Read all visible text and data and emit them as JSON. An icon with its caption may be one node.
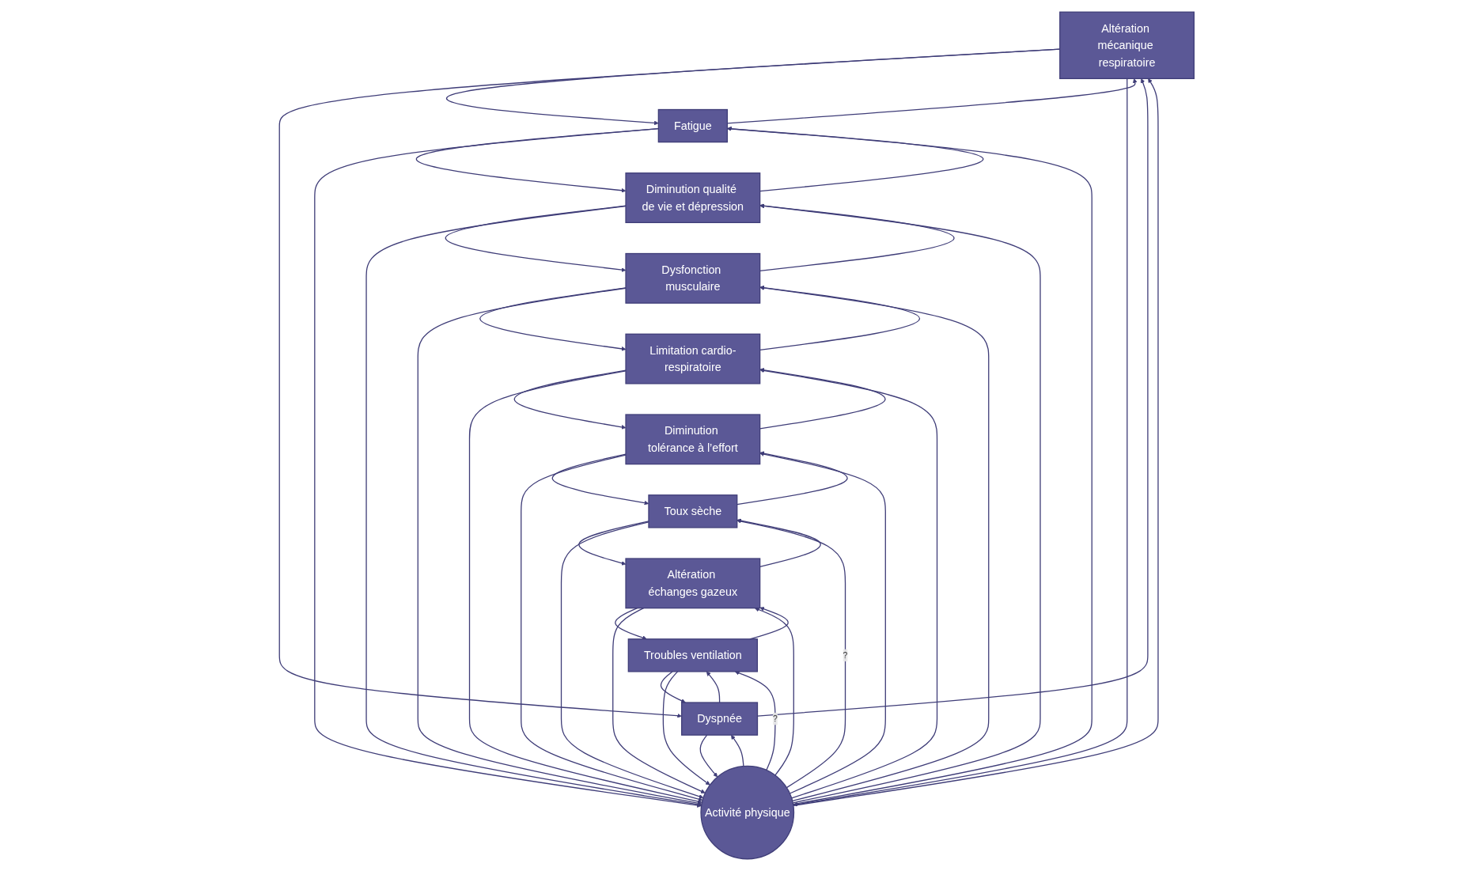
{
  "diagram": {
    "nodes": [
      {
        "text": [
          "Altération mécanique respiratoire"
        ]
      },
      {
        "text": [
          "Fatigue"
        ]
      },
      {
        "text": [
          "Dyspnée"
        ]
      },
      {
        "text": [
          "Diminution qualité de vie et dépression"
        ]
      },
      {
        "text": [
          "Activité physique"
        ]
      },
      {
        "text": [
          "Troubles ventilation"
        ]
      },
      {
        "text": [
          "Dysfonction musculaire"
        ]
      },
      {
        "text": [
          "Altération échanges gazeux"
        ]
      },
      {
        "text": [
          "Limitation cardio-respiratoire"
        ]
      },
      {
        "text": [
          "Toux sèche"
        ]
      },
      {
        "text": [
          "Diminution tolérance à l’effort"
        ]
      }
    ],
    "edges": [
      {
        "from": 1,
        "to": 0,
        "arrow": "to"
      },
      {
        "from": 0,
        "to": 1,
        "arrow": "to"
      },
      {
        "from": 0,
        "to": 2,
        "arrow": "to"
      },
      {
        "from": 2,
        "to": 0,
        "arrow": "to"
      },
      {
        "from": 5,
        "to": 2,
        "arrow": "to"
      },
      {
        "from": 2,
        "to": 5,
        "arrow": "to"
      },
      {
        "from": 7,
        "to": 5,
        "arrow": "to"
      },
      {
        "from": 5,
        "to": 7,
        "arrow": "to"
      },
      {
        "from": 9,
        "to": 7,
        "arrow": "to"
      },
      {
        "from": 7,
        "to": 9,
        "arrow": "to"
      },
      {
        "from": 10,
        "to": 9,
        "arrow": "to"
      },
      {
        "from": 9,
        "to": 10,
        "arrow": "to"
      },
      {
        "from": 8,
        "to": 10,
        "arrow": "to"
      },
      {
        "from": 10,
        "to": 8,
        "arrow": "to"
      },
      {
        "from": 8,
        "to": 6,
        "arrow": "to"
      },
      {
        "from": 6,
        "to": 8,
        "arrow": "to"
      },
      {
        "from": 6,
        "to": 3,
        "arrow": "to"
      },
      {
        "from": 3,
        "to": 6,
        "arrow": "to"
      },
      {
        "from": 3,
        "to": 1,
        "arrow": "to"
      },
      {
        "from": 1,
        "to": 3,
        "arrow": "to"
      },
      {
        "from": 1,
        "to": 4,
        "arrow": "to"
      },
      {
        "from": 4,
        "to": 1,
        "arrow": "to"
      },
      {
        "from": 4,
        "to": 0,
        "arrow": "to"
      },
      {
        "from": 0,
        "to": 4,
        "arrow": "to"
      },
      {
        "from": 4,
        "to": 2,
        "arrow": "to"
      },
      {
        "from": 2,
        "to": 4,
        "arrow": "to"
      },
      {
        "from": 4,
        "to": 5,
        "arrow": "to",
        "label": "?"
      },
      {
        "from": 5,
        "to": 4,
        "arrow": "to"
      },
      {
        "from": 4,
        "to": 7,
        "arrow": "to"
      },
      {
        "from": 7,
        "to": 4,
        "arrow": "to"
      },
      {
        "from": 4,
        "to": 9,
        "arrow": "to",
        "label": "?"
      },
      {
        "from": 9,
        "to": 4,
        "arrow": "to"
      },
      {
        "from": 10,
        "to": 4,
        "arrow": "to"
      },
      {
        "from": 4,
        "to": 10,
        "arrow": "to"
      },
      {
        "from": 8,
        "to": 4,
        "arrow": "to"
      },
      {
        "from": 4,
        "to": 8,
        "arrow": "to"
      },
      {
        "from": 6,
        "to": 4,
        "arrow": "to"
      },
      {
        "from": 4,
        "to": 6,
        "arrow": "to"
      },
      {
        "from": 3,
        "to": 4,
        "arrow": "to"
      },
      {
        "from": 4,
        "to": 3,
        "arrow": "to"
      }
    ]
  }
}
